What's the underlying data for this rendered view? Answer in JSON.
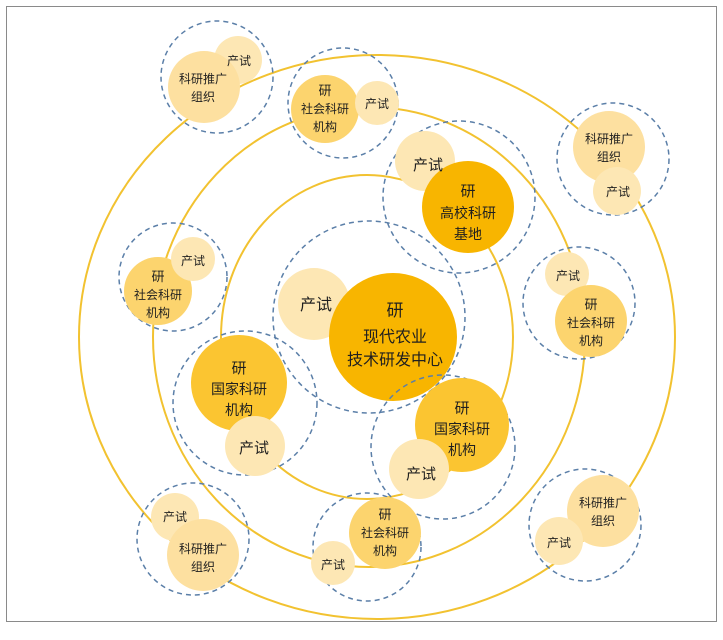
{
  "labels": {
    "research": "研",
    "trial": "产试",
    "center_line1": "现代农业",
    "center_line2": "技术研发中心",
    "university_line1": "高校科研",
    "university_line2": "基地",
    "national_line1": "国家科研",
    "national_line2": "机构",
    "social_line1": "社会科研",
    "social_line2": "机构",
    "promotion_line1": "科研推广",
    "promotion_line2": "组织"
  },
  "colors": {
    "ring": "#F2C230",
    "dashed": "#5B7FA8",
    "core": "#F8B500",
    "strong": "#FBC531",
    "medium": "#FCD46E",
    "pale": "#FDE7B4"
  }
}
